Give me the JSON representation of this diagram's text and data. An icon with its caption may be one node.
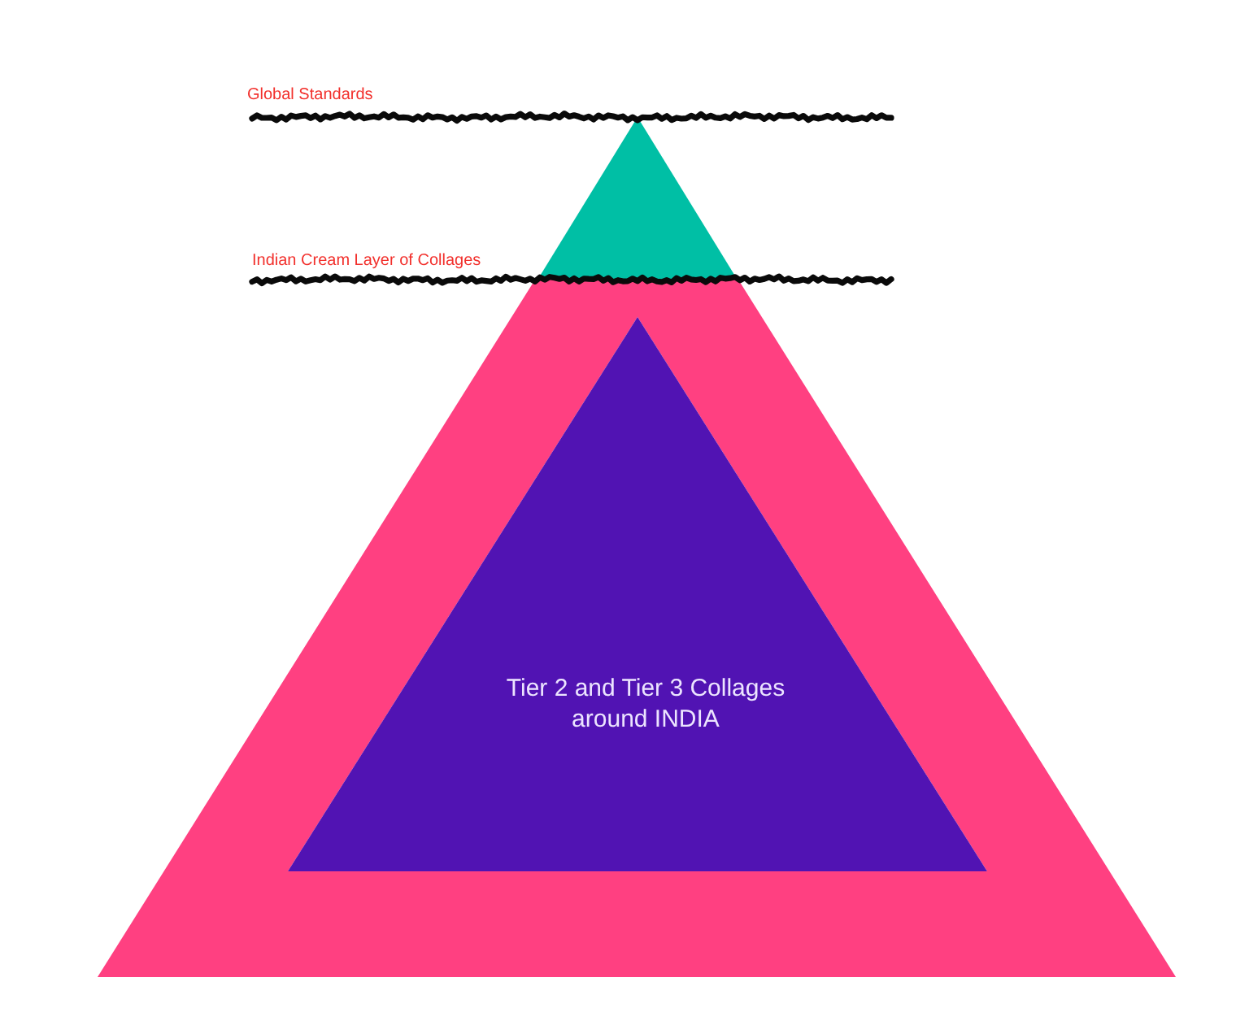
{
  "diagram": {
    "nodes": [
      {
        "text": [],
        "shape": "triangle"
      },
      {
        "text": [],
        "shape": "trapezoid"
      },
      {
        "text": [
          "Tier 2 and Tier 3 Collages around INDIA"
        ],
        "in": 1
      }
    ],
    "labels": [
      "Global Standards",
      "Indian Cream Layer of Collages"
    ]
  }
}
